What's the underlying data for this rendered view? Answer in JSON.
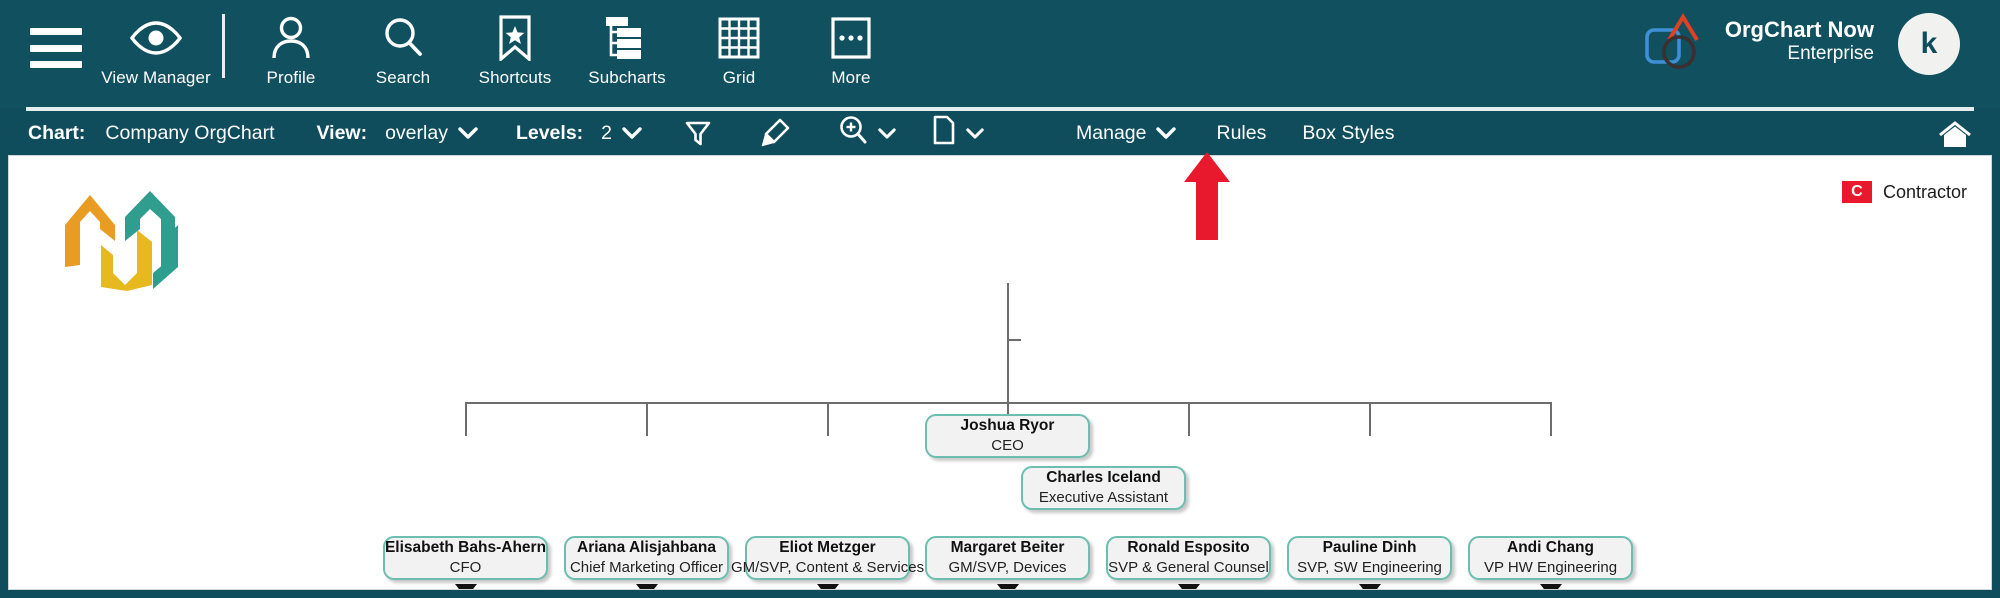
{
  "app": {
    "brand_name": "OrgChart Now",
    "brand_edition": "Enterprise",
    "avatar_initial": "k",
    "accent_teal": "#0f4c5c",
    "node_border": "#6cbfb0",
    "node_fill": "#f2f2f2",
    "legend_red": "#e8192c"
  },
  "topbar": {
    "menu_icon": "hamburger-icon",
    "items": [
      {
        "label": "View Manager",
        "icon": "eye-icon"
      },
      {
        "label": "Profile",
        "icon": "person-icon"
      },
      {
        "label": "Search",
        "icon": "search-icon"
      },
      {
        "label": "Shortcuts",
        "icon": "bookmark-star-icon"
      },
      {
        "label": "Subcharts",
        "icon": "subcharts-icon"
      },
      {
        "label": "Grid",
        "icon": "grid-icon"
      },
      {
        "label": "More",
        "icon": "ellipsis-box-icon"
      }
    ]
  },
  "toolbar": {
    "chart_label": "Chart:",
    "chart_value": "Company OrgChart",
    "view_label": "View:",
    "view_value": "overlay",
    "levels_label": "Levels:",
    "levels_value": "2",
    "filter_icon": "funnel-icon",
    "highlight_icon": "highlighter-icon",
    "zoom_icon": "zoom-in-icon",
    "page_icon": "page-icon",
    "manage_label": "Manage",
    "rules_label": "Rules",
    "box_styles_label": "Box Styles",
    "home_icon": "home-icon",
    "caret": "⌄"
  },
  "legend": {
    "chip": "C",
    "text": "Contractor"
  },
  "chart": {
    "root": {
      "name": "Joshua Ryor",
      "title": "CEO"
    },
    "assistant": {
      "name": "Charles Iceland",
      "title": "Executive Assistant"
    },
    "reports": [
      {
        "name": "Elisabeth Bahs-Ahern",
        "title": "CFO"
      },
      {
        "name": "Ariana Alisjahbana",
        "title": "Chief Marketing Officer"
      },
      {
        "name": "Eliot Metzger",
        "title": "GM/SVP, Content & Services"
      },
      {
        "name": "Margaret Beiter",
        "title": "GM/SVP, Devices"
      },
      {
        "name": "Ronald Esposito",
        "title": "SVP & General Counsel"
      },
      {
        "name": "Pauline Dinh",
        "title": "SVP, SW Engineering"
      },
      {
        "name": "Andi Chang",
        "title": "VP HW Engineering"
      }
    ]
  },
  "annotation": {
    "arrow_target": "Rules"
  }
}
